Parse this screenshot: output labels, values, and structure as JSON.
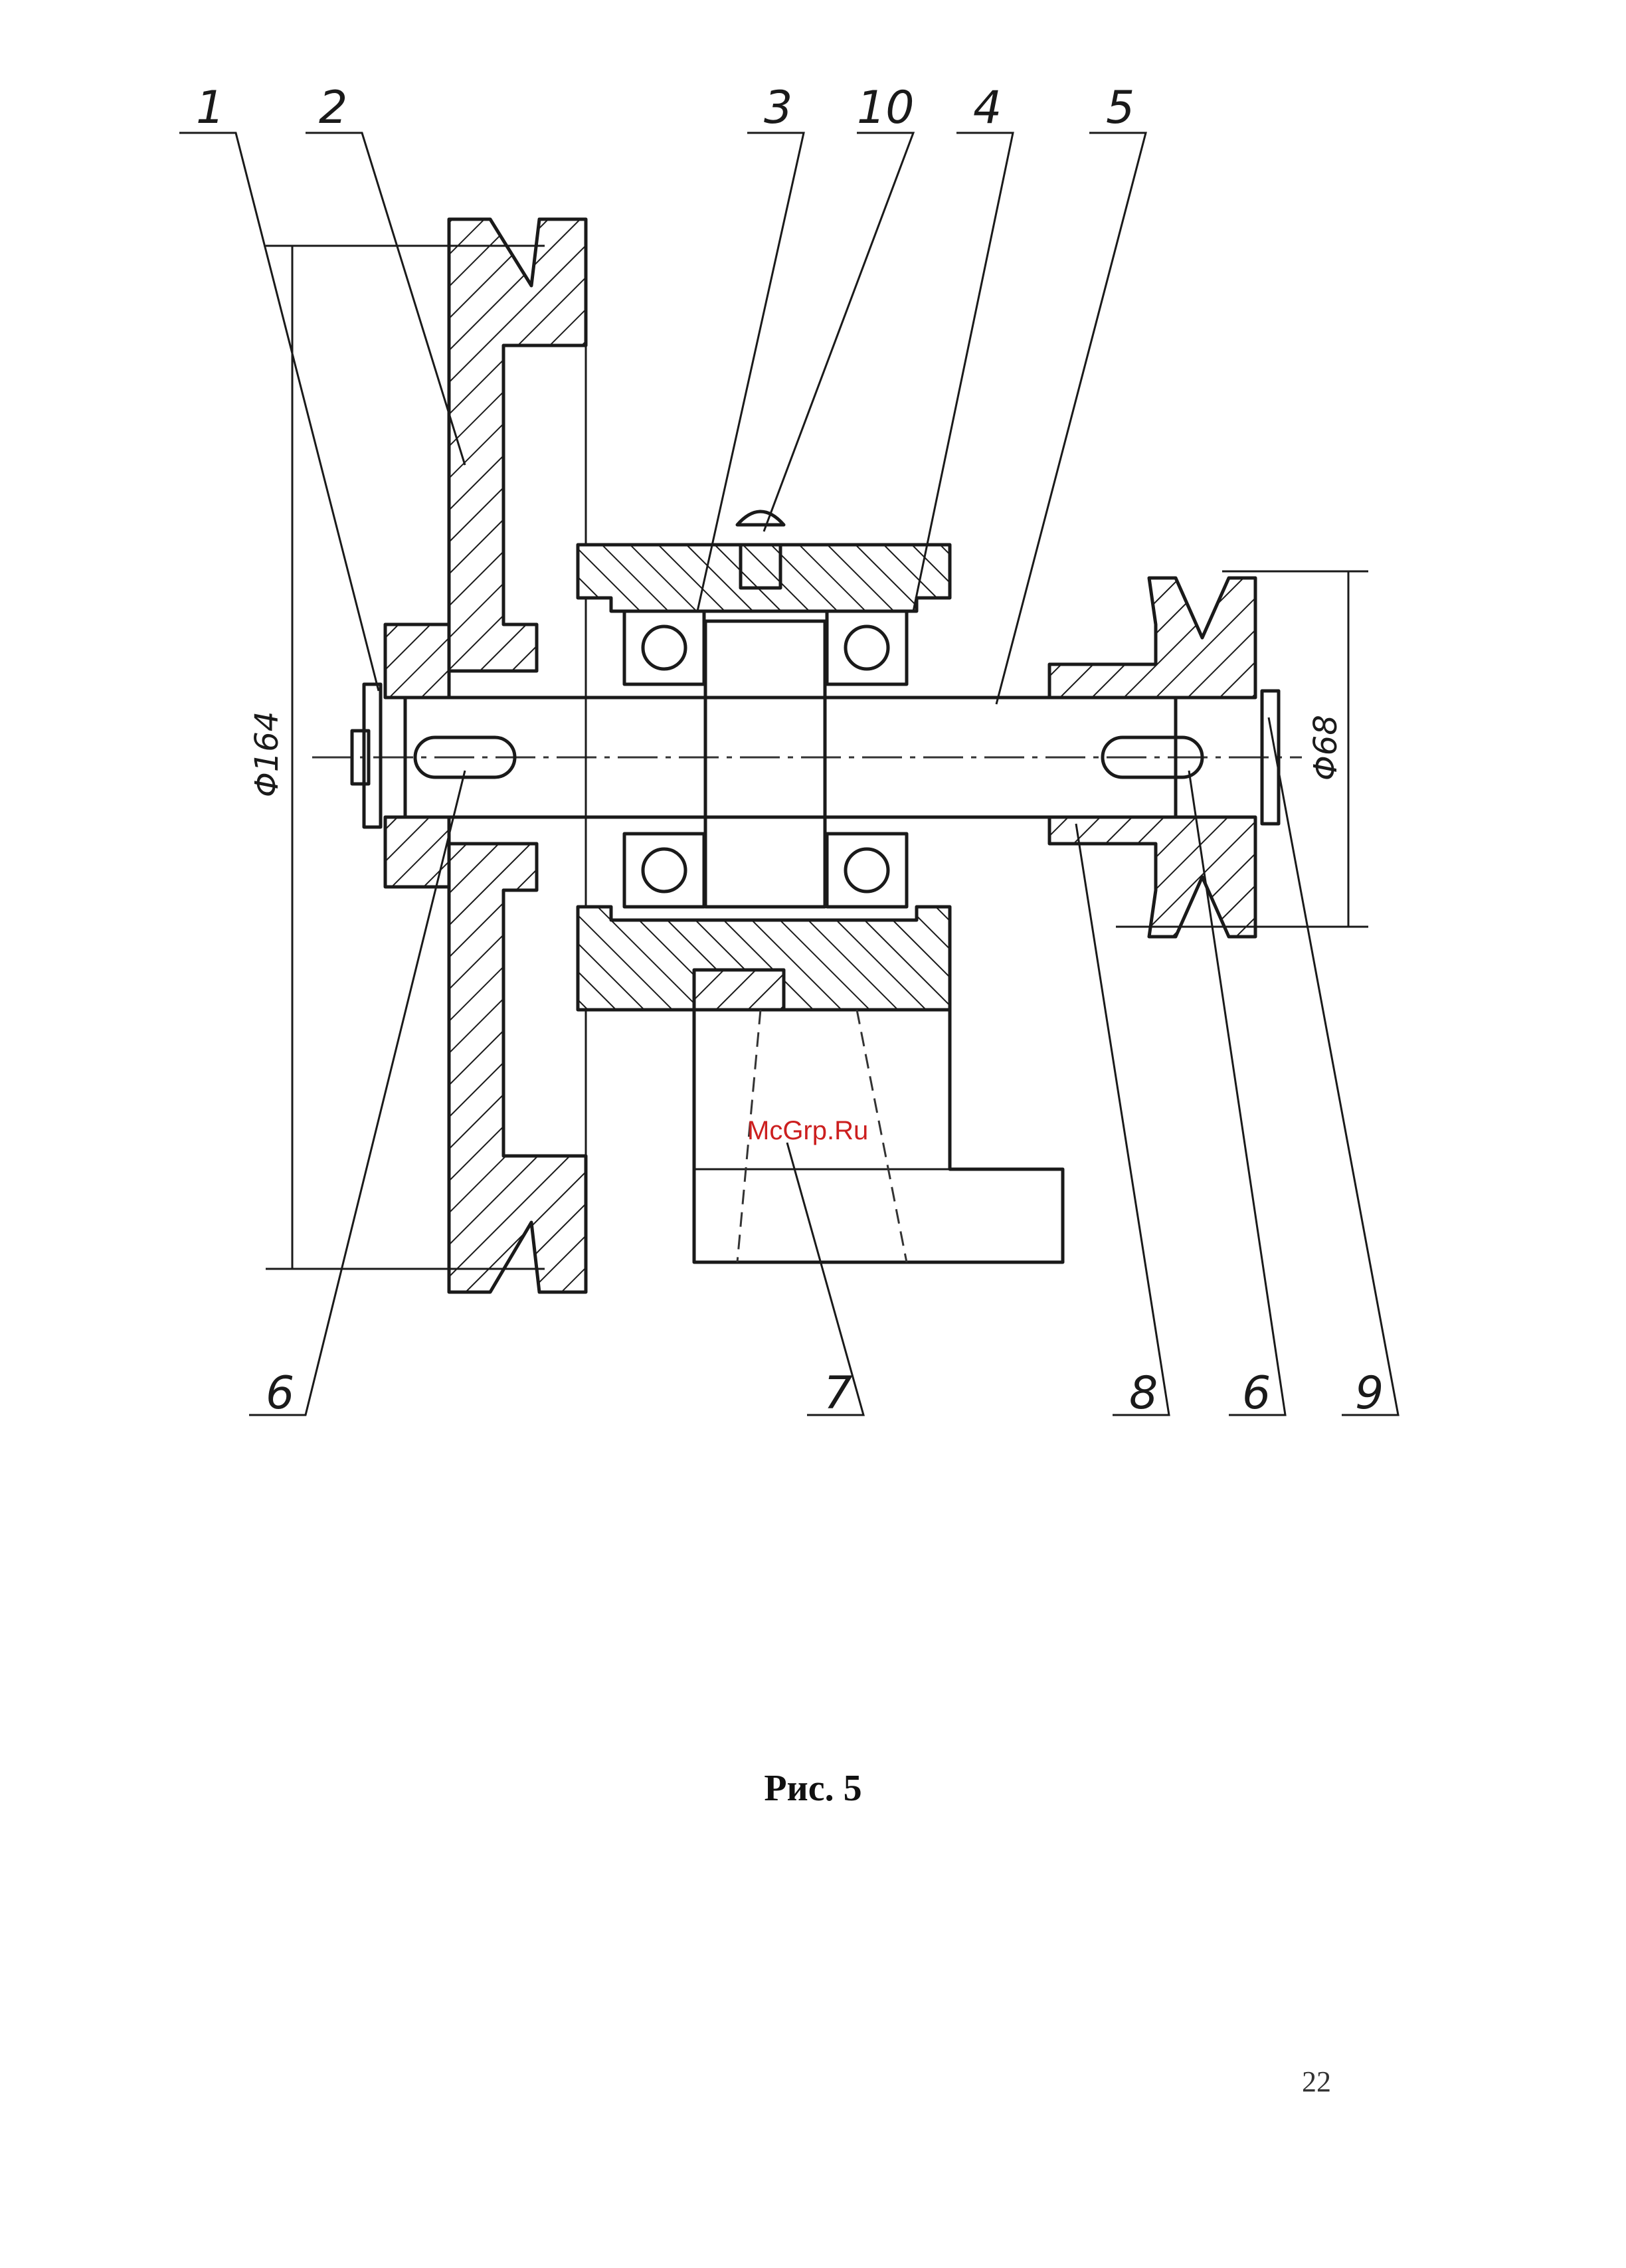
{
  "figure": {
    "part_labels": {
      "p1": "1",
      "p2": "2",
      "p3": "3",
      "p10": "10",
      "p4": "4",
      "p5": "5",
      "p6_left": "6",
      "p7": "7",
      "p8": "8",
      "p6_right": "6",
      "p9": "9"
    },
    "dimensions": {
      "large_pulley_diameter": "Φ164",
      "small_pulley_diameter": "Φ68"
    },
    "watermark": "McGrp.Ru"
  },
  "caption": "Рис. 5",
  "page_number": "22"
}
